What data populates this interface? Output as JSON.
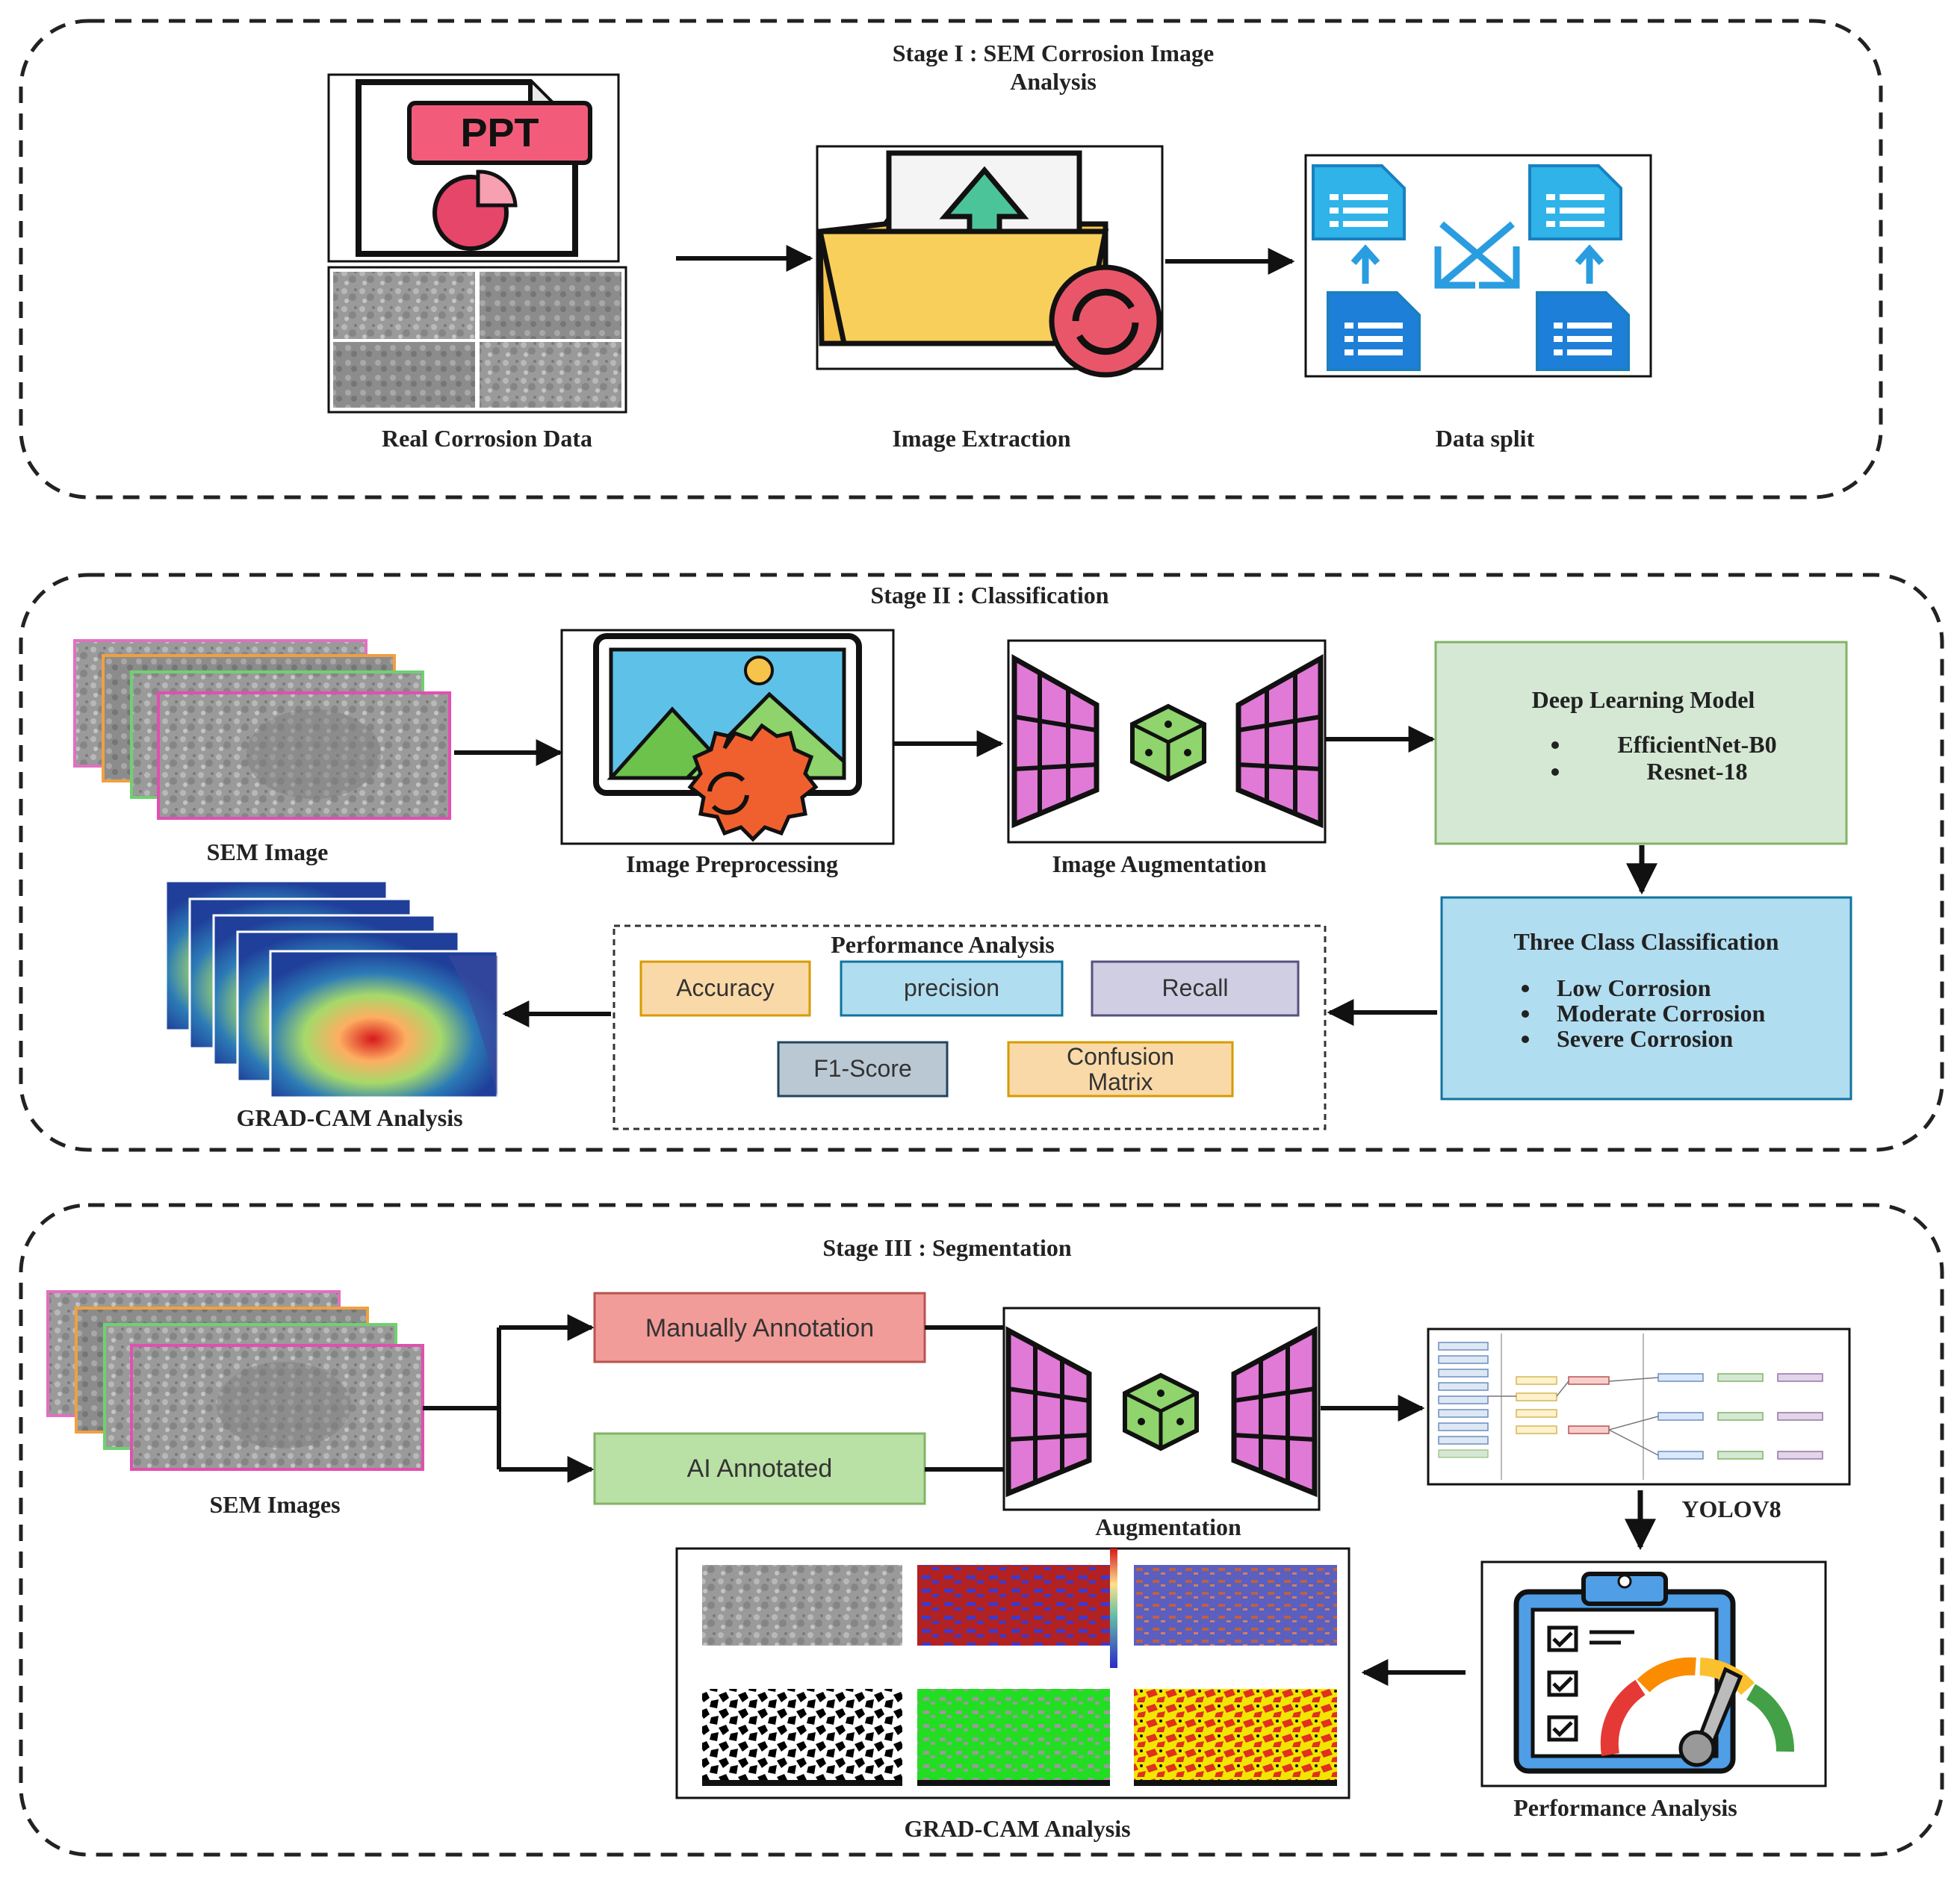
{
  "stage1": {
    "title_line1": "Stage I : SEM Corrosion Image",
    "title_line2": "Analysis",
    "ppt_label": "PPT",
    "real_data_label": "Real Corrosion Data",
    "extraction_label": "Image Extraction",
    "split_label": "Data split"
  },
  "stage2": {
    "title": "Stage II : Classification",
    "sem_image_label": "SEM Image",
    "preprocessing_label": "Image Preprocessing",
    "augmentation_label": "Image Augmentation",
    "model": {
      "title": "Deep Learning Model",
      "items": [
        "EfficientNet-B0",
        "Resnet-18"
      ]
    },
    "classification": {
      "title": "Three Class Classification",
      "items": [
        "Low Corrosion",
        "Moderate Corrosion",
        "Severe Corrosion"
      ]
    },
    "performance": {
      "title": "Performance Analysis",
      "accuracy": "Accuracy",
      "precision": "precision",
      "recall": "Recall",
      "f1": "F1-Score",
      "confusion_line1": "Confusion",
      "confusion_line2": "Matrix"
    },
    "gradcam_label": "GRAD-CAM Analysis"
  },
  "stage3": {
    "title": "Stage III : Segmentation",
    "sem_images_label": "SEM Images",
    "manual_label": "Manually Annotation",
    "ai_label": "AI Annotated",
    "augmentation_label": "Augmentation",
    "yolo_label": "YOLOV8",
    "performance_label": "Performance Analysis",
    "gradcam_label": "GRAD-CAM Analysis"
  },
  "colors": {
    "stage_border": "#222222",
    "arrow": "#111111",
    "model_box_fill": "#d5e8d4",
    "model_box_stroke": "#82b366",
    "class_box_fill": "#b1ddf0",
    "class_box_stroke": "#10739e",
    "accuracy_fill": "#fad9a8",
    "precision_fill": "#b1ddf0",
    "recall_fill": "#d0cee2",
    "f1_fill": "#bac8d3",
    "confusion_fill": "#fad9a8",
    "manual_fill": "#f19c99",
    "ai_fill": "#b9e0a5"
  }
}
